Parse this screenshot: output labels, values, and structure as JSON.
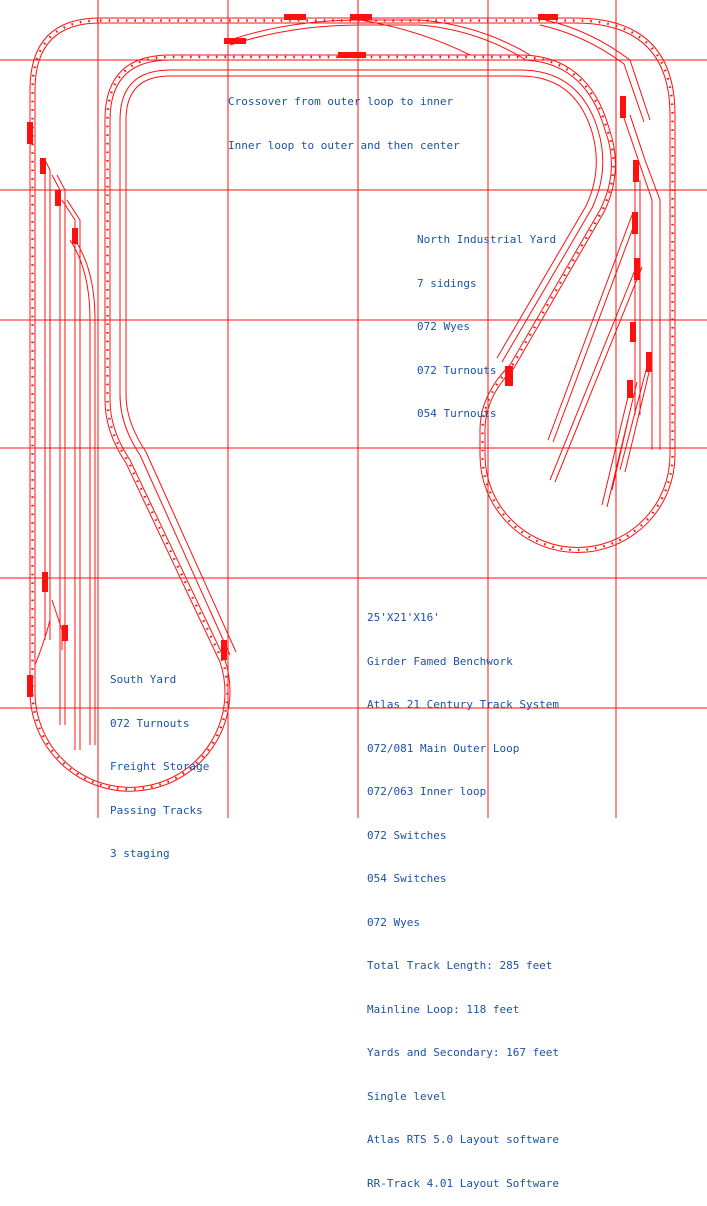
{
  "colors": {
    "track": "#ff1010",
    "grid": "#ff1010",
    "text": "#1a52a8",
    "background": "#ffffff"
  },
  "notes": {
    "crossover": [
      "Crossover from outer loop to inner",
      "Inner loop to outer and then center"
    ],
    "north_yard": [
      "North Industrial Yard",
      "7 sidings",
      "072 Wyes",
      "072 Turnouts",
      "054 Turnouts"
    ],
    "south_yard": [
      "South Yard",
      "072 Turnouts",
      "Freight Storage",
      "Passing Tracks",
      "3 staging"
    ],
    "specs": [
      "25'X21'X16'",
      "Girder Famed Benchwork",
      "Atlas 21 Century Track System",
      "072/081 Main Outer Loop",
      "072/063 Inner loop",
      "072 Switches",
      "054 Switches",
      "072 Wyes",
      "Total Track Length: 285 feet",
      "Mainline Loop: 118 feet",
      "Yards and Secondary: 167 feet",
      "Single level",
      "Atlas RTS 5.0 Layout software",
      "RR-Track 4.01 Layout Software"
    ]
  }
}
